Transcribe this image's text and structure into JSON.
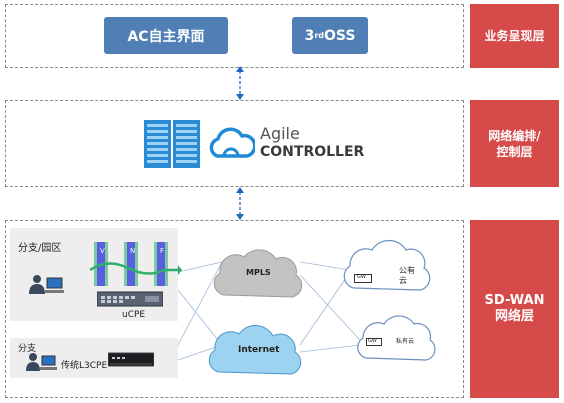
{
  "layers": {
    "presentation": "业务呈现层",
    "orchestration_line1": "网络编排/",
    "orchestration_line2": "控制层",
    "sdwan_line1": "SD-WAN",
    "sdwan_line2": "网络层"
  },
  "apps": {
    "ac": "AC自主界面",
    "oss_prefix": "3",
    "oss_sup": "rd",
    "oss_suffix": " OSS"
  },
  "controller": {
    "line1": "Agile",
    "line2": "CONTROLLER"
  },
  "branch_campus": {
    "title": "分支/园区",
    "device": "uCPE",
    "vnf_letters": [
      "V",
      "N",
      "F"
    ]
  },
  "branch": {
    "title": "分支",
    "device": "传统L3CPE"
  },
  "clouds": {
    "mpls": "MPLS",
    "internet": "Internet",
    "public_cloud": "公有云",
    "private_cloud": "私有云",
    "gw": "GW"
  },
  "colors": {
    "accent_red": "#d64a4a",
    "button_blue": "#4f7fb5",
    "internet_cloud": "#9dd3f0",
    "mpls_cloud": "#c3c3c3",
    "arrow_blue": "#1f67c1"
  }
}
